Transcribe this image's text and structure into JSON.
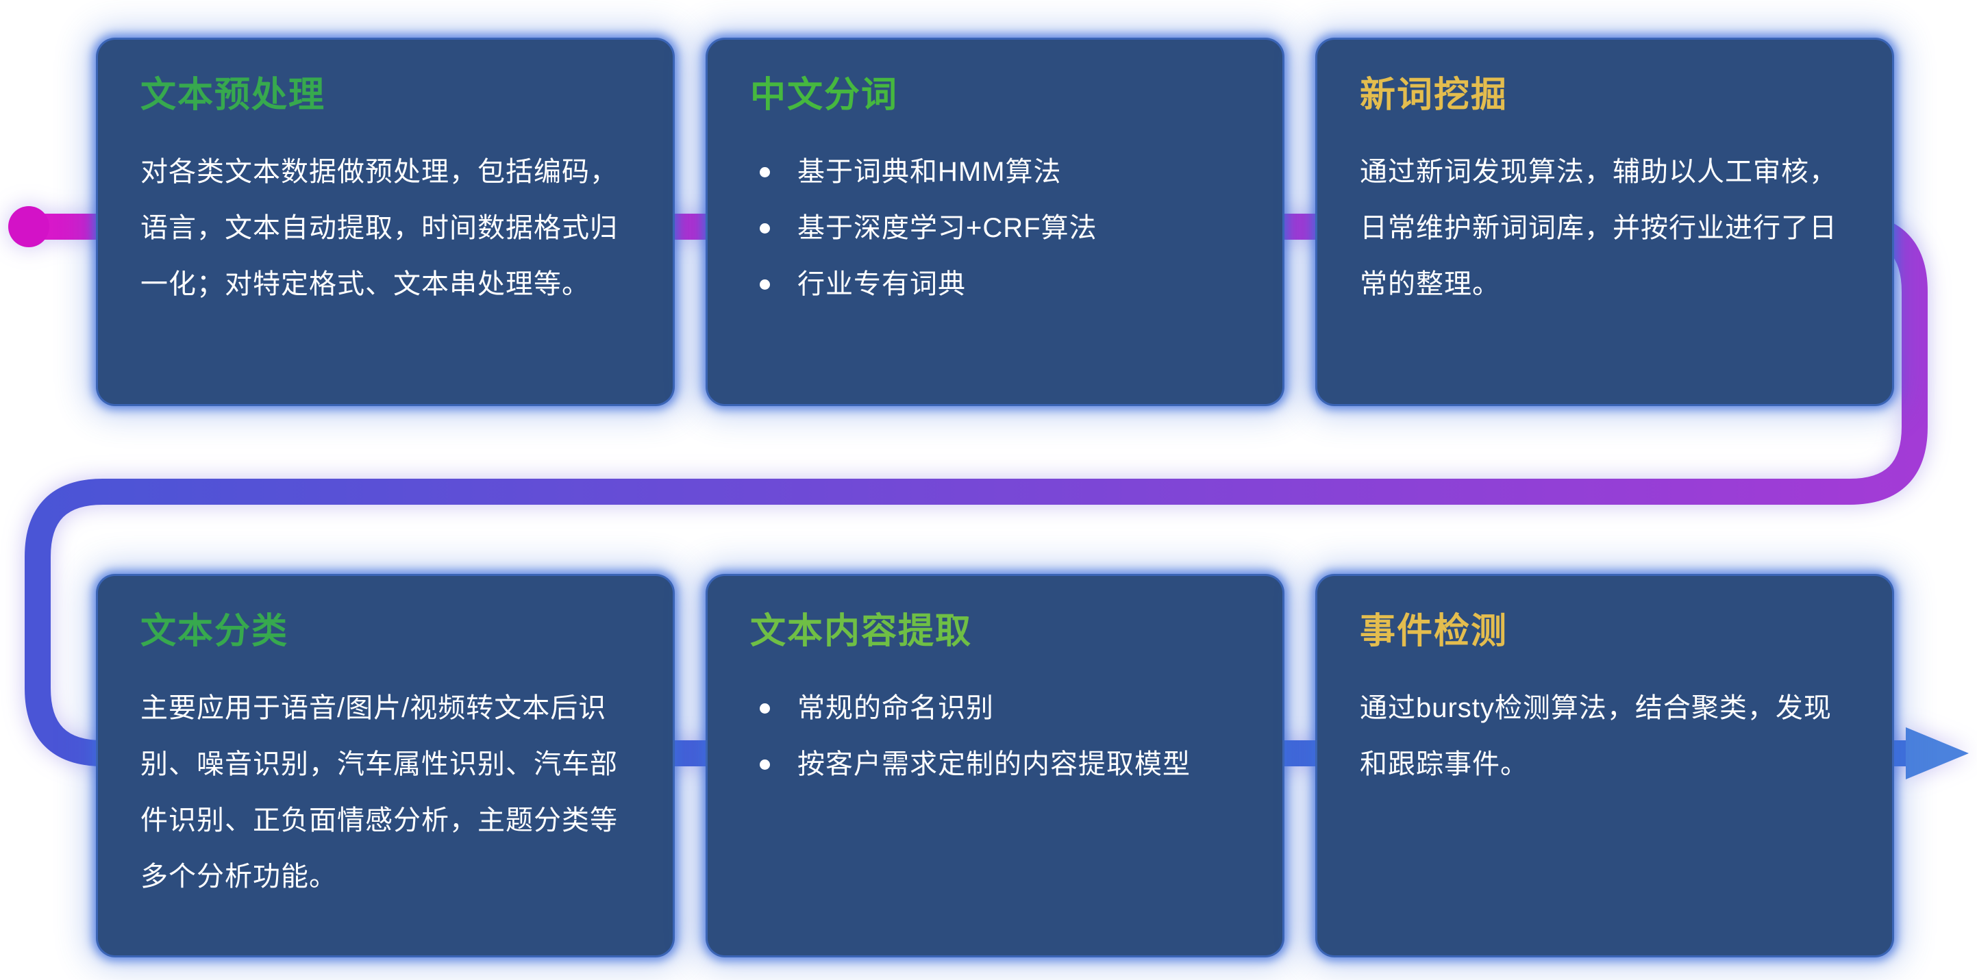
{
  "page": {
    "background_color": "#ffffff",
    "card_background_color": "#2d4d7e",
    "card_glow_color": "#3d6edb",
    "body_text_color": "#ffffff"
  },
  "flow": {
    "start_dot_color": "#d312c7",
    "arrow_color": "#4b82dd",
    "gradient": {
      "start": "#d818ca",
      "mid_purple": "#a33bd6",
      "mid_blue": "#4a55d6",
      "end": "#3f70da"
    }
  },
  "cards": [
    {
      "title": "文本预处理",
      "title_color": "#37a94e",
      "body": "对各类文本数据做预处理，包括编码，语言，文本自动提取，时间数据格式归一化；对特定格式、文本串处理等。"
    },
    {
      "title": "中文分词",
      "title_color": "#46b83f",
      "bullets": [
        "基于词典和HMM算法",
        "基于深度学习+CRF算法",
        "行业专有词典"
      ]
    },
    {
      "title": "新词挖掘",
      "title_color": "#e4bd4e",
      "body": "通过新词发现算法，辅助以人工审核，日常维护新词词库，并按行业进行了日常的整理。"
    },
    {
      "title": "文本分类",
      "title_color": "#37a94e",
      "body": "主要应用于语音/图片/视频转文本后识别、噪音识别，汽车属性识别、汽车部件识别、正负面情感分析，主题分类等多个分析功能。"
    },
    {
      "title": "文本内容提取",
      "title_color": "#6fbf45",
      "bullets": [
        "常规的命名识别",
        "按客户需求定制的内容提取模型"
      ]
    },
    {
      "title": "事件检测",
      "title_color": "#e4bd4e",
      "body": "通过bursty检测算法，结合聚类，发现和跟踪事件。"
    }
  ]
}
